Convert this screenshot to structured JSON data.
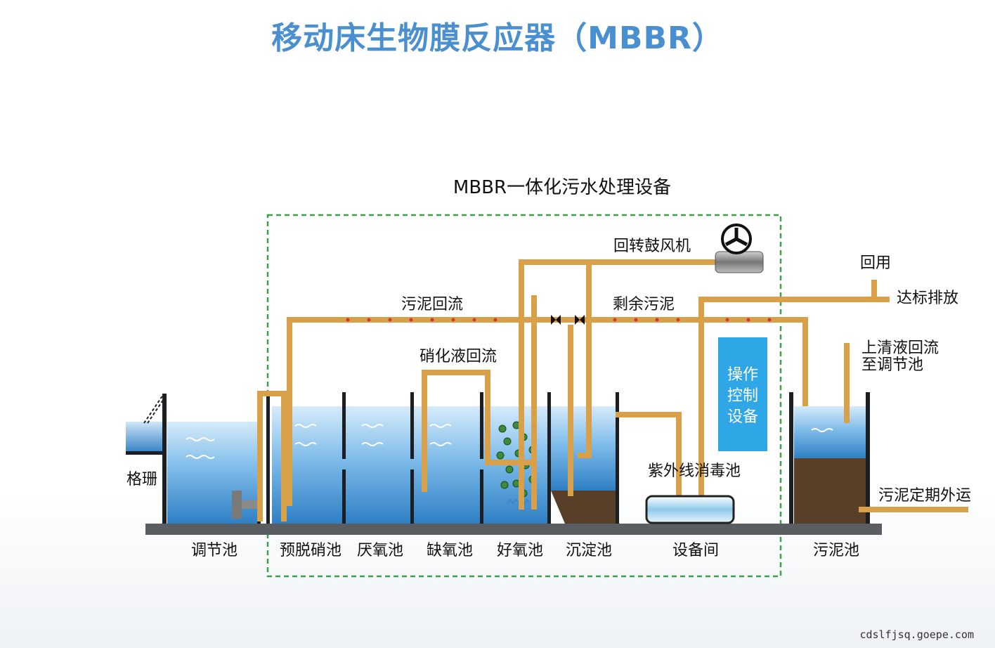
{
  "title": "移动床生物膜反应器（MBBR）",
  "subtitle": "MBBR一体化污水处理设备",
  "labels": {
    "blower": "回转鼓风机",
    "reuse": "回用",
    "discharge": "达标排放",
    "sludge_return": "污泥回流",
    "excess_sludge": "剩余污泥",
    "nitrate_return": "硝化液回流",
    "supernatant_line1": "上清液回流",
    "supernatant_line2": "至调节池",
    "control_line1": "操作",
    "control_line2": "控制",
    "control_line3": "设备",
    "uv": "紫外线消毒池",
    "screen": "格珊",
    "sludge_out": "污泥定期外运"
  },
  "tanks": [
    "调节池",
    "预脱硝池",
    "厌氧池",
    "缺氧池",
    "好氧池",
    "沉淀池",
    "设备间",
    "污泥池"
  ],
  "colors": {
    "title": "#4a90d0",
    "pipe": "#d9a04a",
    "water": "#5fa9e0",
    "control_box": "#2fa6e6",
    "sludge": "#5a3f28",
    "frame": "#3aa04a"
  },
  "watermark": "cdslfjsq.goepe.com"
}
